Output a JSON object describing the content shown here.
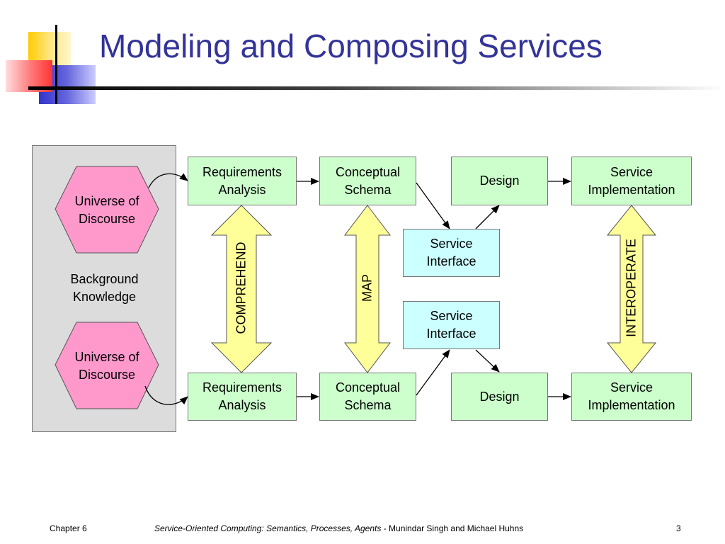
{
  "slide": {
    "title": "Modeling and Composing Services",
    "accent_color": "#333399"
  },
  "diagram": {
    "background": {
      "label_line1": "Background",
      "label_line2": "Knowledge"
    },
    "universe_top": {
      "line1": "Universe of",
      "line2": "Discourse"
    },
    "universe_bottom": {
      "line1": "Universe of",
      "line2": "Discourse"
    },
    "top_row": {
      "requirements": {
        "line1": "Requirements",
        "line2": "Analysis"
      },
      "schema": {
        "line1": "Conceptual",
        "line2": "Schema"
      },
      "design": {
        "line1": "Design"
      },
      "implementation": {
        "line1": "Service",
        "line2": "Implementation"
      }
    },
    "bottom_row": {
      "requirements": {
        "line1": "Requirements",
        "line2": "Analysis"
      },
      "schema": {
        "line1": "Conceptual",
        "line2": "Schema"
      },
      "design": {
        "line1": "Design"
      },
      "implementation": {
        "line1": "Service",
        "line2": "Implementation"
      }
    },
    "interface_top": {
      "line1": "Service",
      "line2": "Interface"
    },
    "interface_bottom": {
      "line1": "Service",
      "line2": "Interface"
    },
    "arrows": {
      "comprehend": "COMPREHEND",
      "map": "MAP",
      "interoperate": "INTEROPERATE"
    },
    "colors": {
      "box_green": "#ccffcc",
      "box_cyan": "#ccffff",
      "hexagon_pink": "#ff99cc",
      "double_arrow_yellow": "#ffff99",
      "panel_gray": "#dcdcdc"
    }
  },
  "footer": {
    "chapter": "Chapter 6",
    "book_title": "Service-Oriented Computing: Semantics, Processes, Agents",
    "authors": " - Munindar Singh and Michael Huhns",
    "page_number": "3"
  }
}
